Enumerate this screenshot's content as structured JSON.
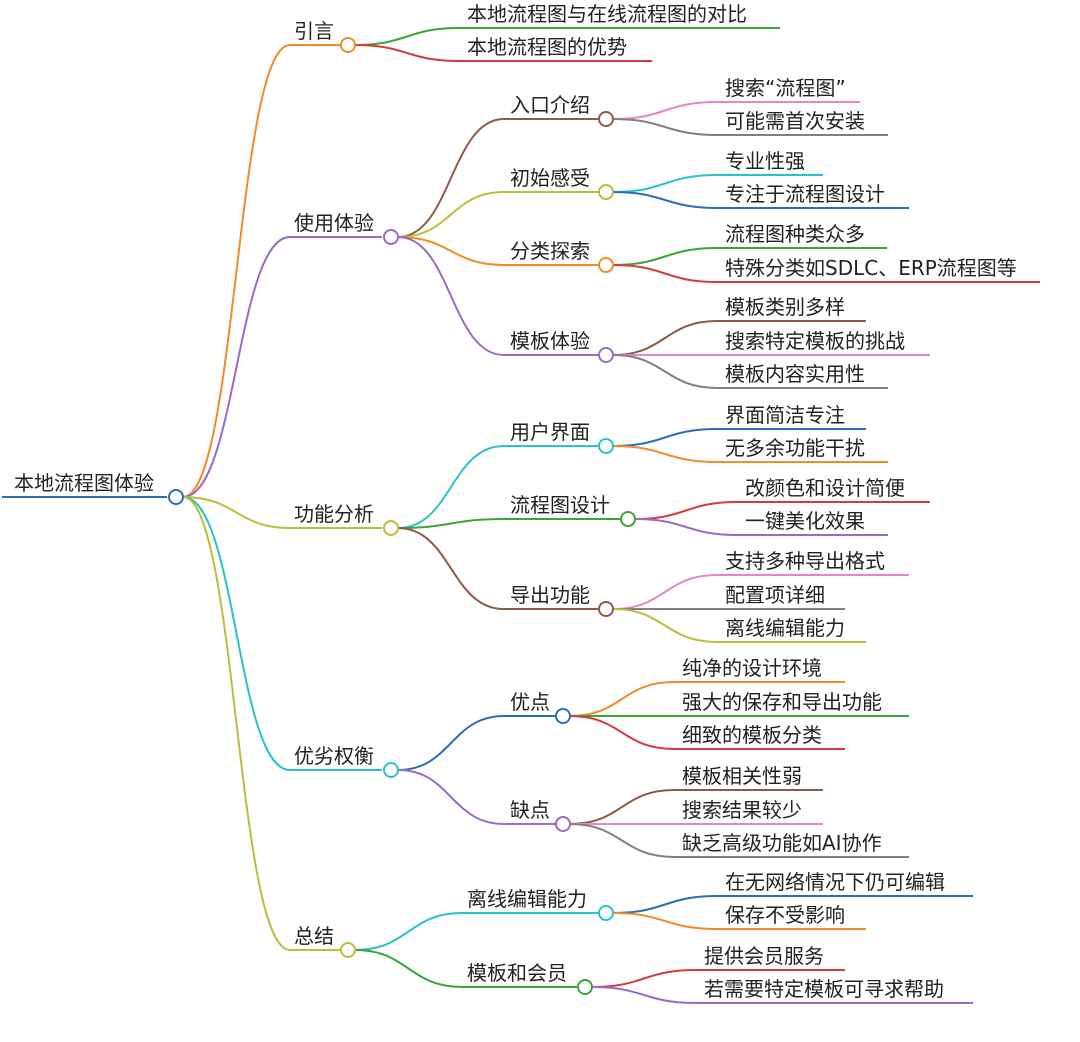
{
  "root": {
    "label": "本地流程图体验",
    "color": "#2a6ebb"
  },
  "branches": [
    {
      "label": "引言",
      "color": "#f28c28",
      "children": [
        {
          "label": "本地流程图与在线流程图的对比",
          "color": "#3aa63a"
        },
        {
          "label": "本地流程图的优势",
          "color": "#d63b3b"
        }
      ]
    },
    {
      "label": "使用体验",
      "color": "#9a6bc4",
      "children": [
        {
          "label": "入口介绍",
          "color": "#8c5a4a",
          "children": [
            {
              "label": "搜索“流程图”",
              "color": "#e586c7"
            },
            {
              "label": "可能需首次安装",
              "color": "#808080"
            }
          ]
        },
        {
          "label": "初始感受",
          "color": "#bcbd3a",
          "children": [
            {
              "label": "专业性强",
              "color": "#2bc2cc"
            },
            {
              "label": "专注于流程图设计",
              "color": "#2a6ebb"
            }
          ]
        },
        {
          "label": "分类探索",
          "color": "#f28c28",
          "children": [
            {
              "label": "流程图种类众多",
              "color": "#3aa63a"
            },
            {
              "label": "特殊分类如SDLC、ERP流程图等",
              "color": "#d63b3b"
            }
          ]
        },
        {
          "label": "模板体验",
          "color": "#9a6bc4",
          "children": [
            {
              "label": "模板类别多样",
              "color": "#8c5a4a"
            },
            {
              "label": "搜索特定模板的挑战",
              "color": "#e586c7"
            },
            {
              "label": "模板内容实用性",
              "color": "#808080"
            }
          ]
        }
      ]
    },
    {
      "label": "功能分析",
      "color": "#bcbd3a",
      "children": [
        {
          "label": "用户界面",
          "color": "#2bc2cc",
          "children": [
            {
              "label": "界面简洁专注",
              "color": "#2a6ebb"
            },
            {
              "label": "无多余功能干扰",
              "color": "#f28c28"
            }
          ]
        },
        {
          "label": "流程图设计",
          "color": "#3aa63a",
          "children": [
            {
              "label": "改颜色和设计简便",
              "color": "#d63b3b"
            },
            {
              "label": "一键美化效果",
              "color": "#9a6bc4"
            }
          ]
        },
        {
          "label": "导出功能",
          "color": "#8c5a4a",
          "children": [
            {
              "label": "支持多种导出格式",
              "color": "#e586c7"
            },
            {
              "label": "配置项详细",
              "color": "#808080"
            },
            {
              "label": "离线编辑能力",
              "color": "#bcbd3a"
            }
          ]
        }
      ]
    },
    {
      "label": "优劣权衡",
      "color": "#2bc2cc",
      "children": [
        {
          "label": "优点",
          "color": "#2a6ebb",
          "children": [
            {
              "label": "纯净的设计环境",
              "color": "#f28c28"
            },
            {
              "label": "强大的保存和导出功能",
              "color": "#3aa63a"
            },
            {
              "label": "细致的模板分类",
              "color": "#d63b3b"
            }
          ]
        },
        {
          "label": "缺点",
          "color": "#9a6bc4",
          "children": [
            {
              "label": "模板相关性弱",
              "color": "#8c5a4a"
            },
            {
              "label": "搜索结果较少",
              "color": "#e586c7"
            },
            {
              "label": "缺乏高级功能如AI协作",
              "color": "#808080"
            }
          ]
        }
      ]
    },
    {
      "label": "总结",
      "color": "#bcbd3a",
      "children": [
        {
          "label": "离线编辑能力",
          "color": "#2bc2cc",
          "children": [
            {
              "label": "在无网络情况下仍可编辑",
              "color": "#2a6ebb"
            },
            {
              "label": "保存不受影响",
              "color": "#f28c28"
            }
          ]
        },
        {
          "label": "模板和会员",
          "color": "#3aa63a",
          "children": [
            {
              "label": "提供会员服务",
              "color": "#d63b3b"
            },
            {
              "label": "若需要特定模板可寻求帮助",
              "color": "#9a6bc4"
            }
          ]
        }
      ]
    }
  ]
}
